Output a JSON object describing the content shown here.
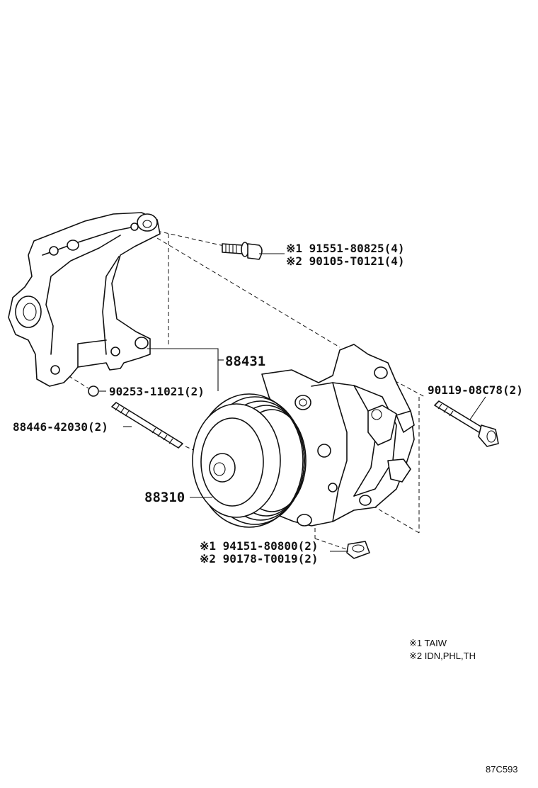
{
  "labels": {
    "bolt_a_1": "※1 91551-80825(4)",
    "bolt_a_2": "※2 90105-T0121(4)",
    "bracket": "88431",
    "nut_small": "90253-11021(2)",
    "stud": "88446-42030(2)",
    "compressor": "88310",
    "bolt_b": "90119-08C78(2)",
    "nut_b_1": "※1 94151-80800(2)",
    "nut_b_2": "※2 90178-T0019(2)"
  },
  "legend": {
    "note_1": "※1  TAIW",
    "note_2": "※2  IDN,PHL,TH"
  },
  "diagram_code": "87C593",
  "icons": [
    "mounting-bracket-drawing",
    "compressor-drawing",
    "flange-bolt-icon",
    "stud-bolt-icon",
    "nut-icon"
  ]
}
